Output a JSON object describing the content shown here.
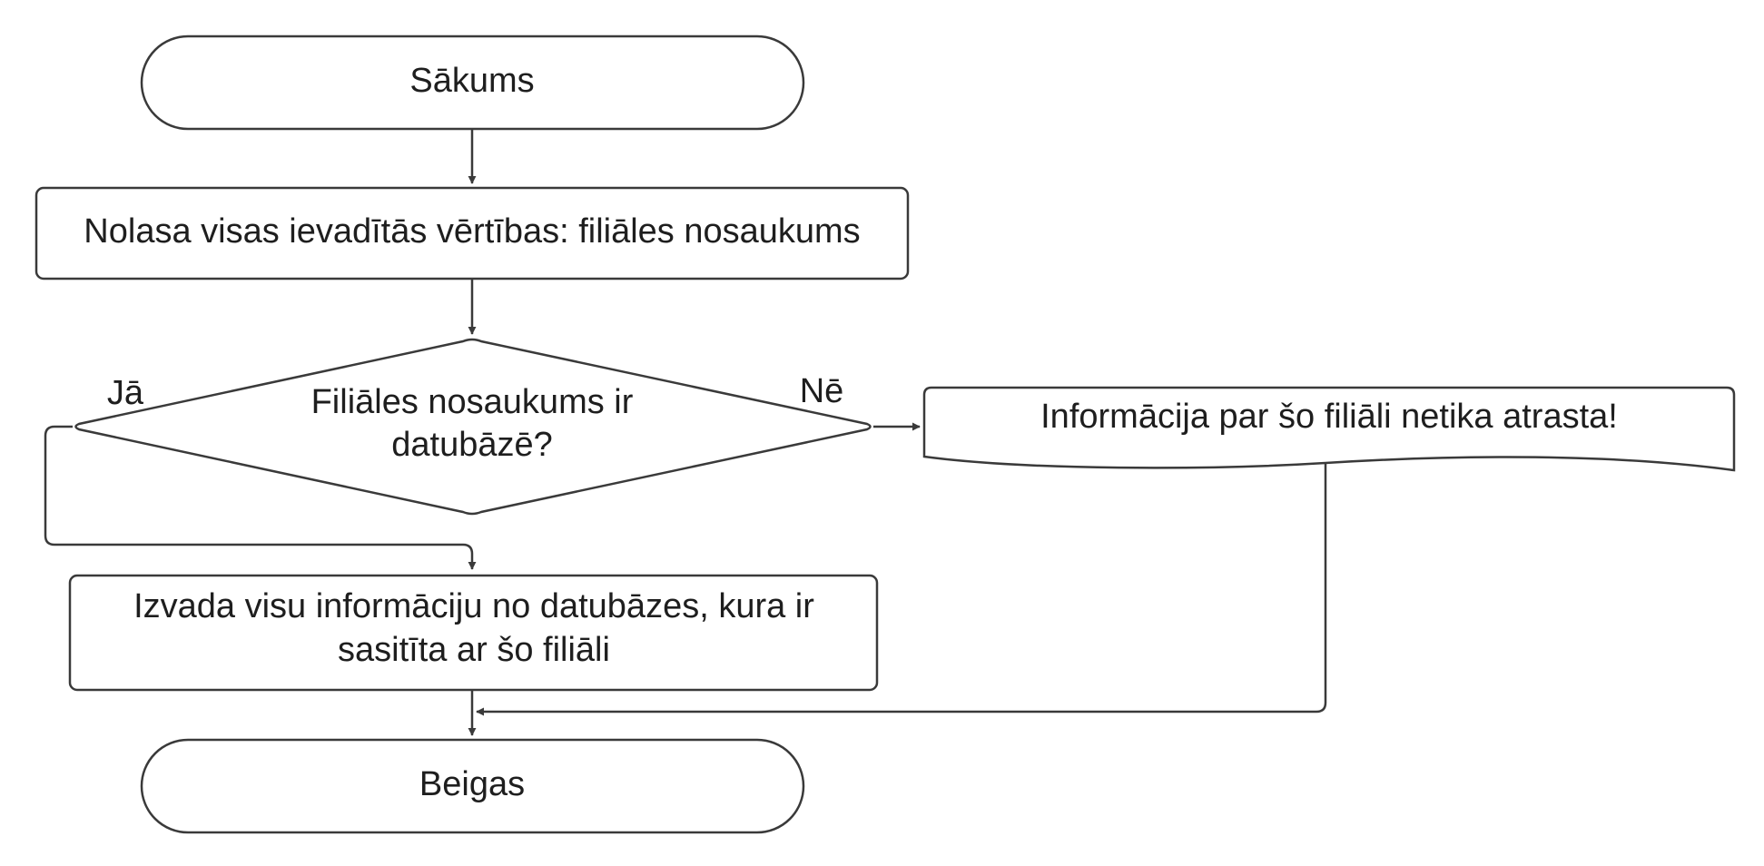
{
  "diagram": {
    "nodes": {
      "start": {
        "label": "Sākums",
        "shape": "terminator"
      },
      "read_input": {
        "label": "Nolasa visas ievadītās vērtības: filiāles nosaukums",
        "shape": "process"
      },
      "decision": {
        "line1": "Filiāles nosaukums ir",
        "line2": "datubāzē?",
        "shape": "decision"
      },
      "not_found": {
        "label": "Informācija par šo filiāli netika atrasta!",
        "shape": "document"
      },
      "output": {
        "line1": "Izvada visu informāciju no datubāzes, kura ir",
        "line2": "sasitīta ar šo filiāli",
        "shape": "process"
      },
      "end": {
        "label": "Beigas",
        "shape": "terminator"
      }
    },
    "edges": {
      "yes_label": "Jā",
      "no_label": "Nē"
    },
    "colors": {
      "stroke": "#3a3a3a",
      "fill": "#ffffff",
      "text": "#1e1e1e"
    }
  }
}
